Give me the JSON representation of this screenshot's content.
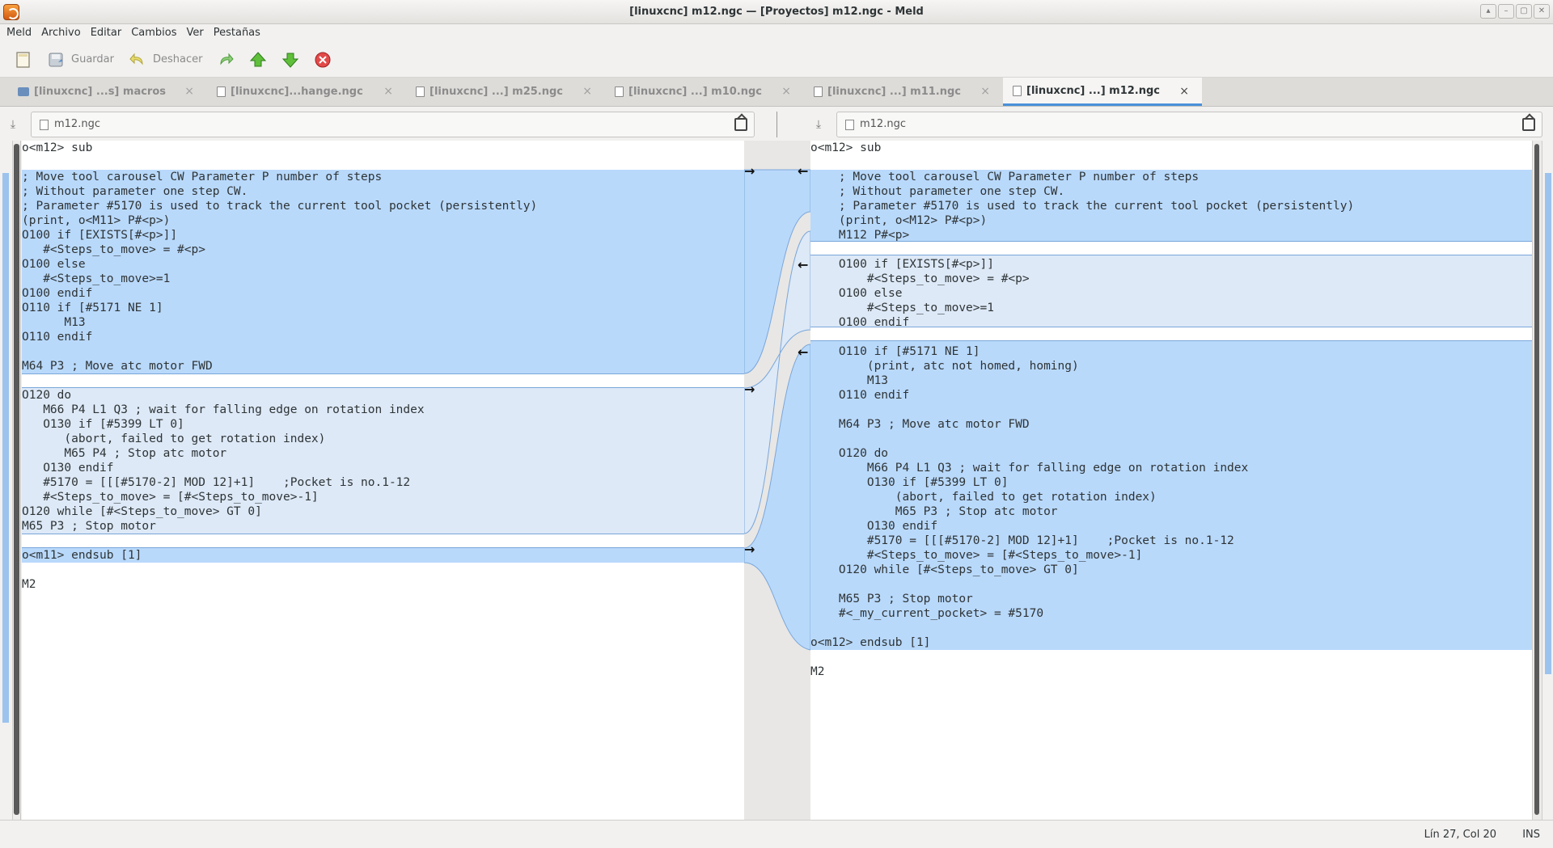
{
  "window": {
    "title": "[linuxcnc] m12.ngc — [Proyectos] m12.ngc - Meld",
    "controls": [
      "up-icon",
      "minimize-icon",
      "maximize-icon",
      "close-icon"
    ]
  },
  "menu": [
    "Meld",
    "Archivo",
    "Editar",
    "Cambios",
    "Ver",
    "Pestañas"
  ],
  "toolbar": {
    "new_icon": "new-comparison-icon",
    "save_label": "Guardar",
    "undo_label": "Deshacer",
    "redo_icon": "redo-icon",
    "prev_change_icon": "previous-change-icon",
    "next_change_icon": "next-change-icon",
    "stop_icon": "stop-icon"
  },
  "tabs": [
    {
      "label": "[linuxcnc] ...s] macros",
      "icon": "folder-icon",
      "active": false
    },
    {
      "label": "[linuxcnc]...hange.ngc",
      "icon": "document-icon",
      "active": false
    },
    {
      "label": "[linuxcnc] ...] m25.ngc",
      "icon": "document-icon",
      "active": false
    },
    {
      "label": "[linuxcnc] ...] m10.ngc",
      "icon": "document-icon",
      "active": false
    },
    {
      "label": "[linuxcnc] ...] m11.ngc",
      "icon": "document-icon",
      "active": false
    },
    {
      "label": "[linuxcnc] ...] m12.ngc",
      "icon": "document-icon",
      "active": true
    }
  ],
  "left_file": {
    "name": "m12.ngc"
  },
  "right_file": {
    "name": "m12.ngc"
  },
  "left_code": "o<m12> sub\n\n; Move tool carousel CW Parameter P number of steps\n; Without parameter one step CW.\n; Parameter #5170 is used to track the current tool pocket (persistently)\n(print, o<M11> P#<p>)\nO100 if [EXISTS[#<p>]]\n   #<Steps_to_move> = #<p>\nO100 else\n   #<Steps_to_move>=1\nO100 endif\nO110 if [#5171 NE 1]\n      M13\nO110 endif\n\nM64 P3 ; Move atc motor FWD\n\nO120 do\n   M66 P4 L1 Q3 ; wait for falling edge on rotation index\n   O130 if [#5399 LT 0]\n      (abort, failed to get rotation index)\n      M65 P4 ; Stop atc motor\n   O130 endif\n   #5170 = [[[#5170-2] MOD 12]+1]    ;Pocket is no.1-12\n   #<Steps_to_move> = [#<Steps_to_move>-1]\nO120 while [#<Steps_to_move> GT 0]\nM65 P3 ; Stop motor\n\no<m11> endsub [1]\n\nM2",
  "right_code": "o<m12> sub\n\n    ; Move tool carousel CW Parameter P number of steps\n    ; Without parameter one step CW.\n    ; Parameter #5170 is used to track the current tool pocket (persistently)\n    (print, o<M12> P#<p>)\n    M112 P#<p>\n\n    O100 if [EXISTS[#<p>]]\n        #<Steps_to_move> = #<p>\n    O100 else\n        #<Steps_to_move>=1\n    O100 endif\n\n    O110 if [#5171 NE 1]\n        (print, atc not homed, homing)\n        M13\n    O110 endif\n\n    M64 P3 ; Move atc motor FWD\n\n    O120 do\n        M66 P4 L1 Q3 ; wait for falling edge on rotation index\n        O130 if [#5399 LT 0]\n            (abort, failed to get rotation index)\n            M65 P3 ; Stop atc motor\n        O130 endif\n        #5170 = [[[#5170-2] MOD 12]+1]    ;Pocket is no.1-12\n        #<Steps_to_move> = [#<Steps_to_move>-1]\n    O120 while [#<Steps_to_move> GT 0]\n\n    M65 P3 ; Stop motor\n    #<_my_current_pocket> = #5170\n\no<m12> endsub [1]\n\nM2",
  "status": {
    "cursor": "Lín 27, Col 20",
    "mode": "INS"
  },
  "colors": {
    "changed_block": "#b9d9fb",
    "changed_light": "#dde9f7",
    "active_tab_underline": "#4a90d9"
  }
}
